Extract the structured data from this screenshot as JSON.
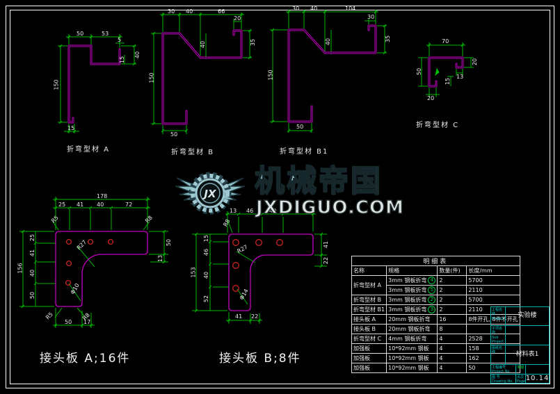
{
  "watermark": {
    "brand": "机械帝国",
    "domain": "JXDIGUO.COM",
    "monogram": "JX"
  },
  "colors": {
    "profile_line": "#c400c4",
    "dim_line": "#00b800",
    "hole": "#cc2222",
    "frame": "#ffffff",
    "title_block": "#00b4b4",
    "watermark": "#9dc8d1"
  },
  "profiles": {
    "a": {
      "label": "折弯型材  A",
      "d_top1": "50",
      "d_top2": "53",
      "d_left": "150",
      "d_lip": "5",
      "d_right": "40",
      "d_right2": "15",
      "d_bottom": "15"
    },
    "b": {
      "label": "折弯型材 B",
      "d_top1": "30",
      "d_top2": "40",
      "d_top3": "66",
      "d_top4": "20",
      "d_right": "35",
      "d_mid": "40",
      "d_left": "150",
      "d_bottom": "50"
    },
    "b1": {
      "label": "折弯型材 B1",
      "d_top1": "30",
      "d_top2": "40",
      "d_top3": "104",
      "d_top4": "30",
      "d_right": "35",
      "d_mid": "40",
      "d_left": "150",
      "d_bottom": "50"
    },
    "c": {
      "label": "折弯型材 C",
      "d_top": "70",
      "d_left": "50",
      "d_right": "20",
      "d_lip": "13",
      "d_inner": "15",
      "d_bottom": "20"
    }
  },
  "plate_a": {
    "title": "接头板 A;16件",
    "d_top_all": "178",
    "d_t1": "25",
    "d_t2": "41",
    "d_t3": "40",
    "d_t4": "72",
    "d_left_all": "156",
    "d_l1": "25",
    "d_l2": "41",
    "d_l3": "40",
    "d_l4": "50",
    "d_r1": "50",
    "d_r2": "13",
    "d_b1": "50",
    "d_b2": "17",
    "radius": "R27",
    "hole": "Φ10",
    "c1": "R5",
    "c2": "R8",
    "c3": "R5",
    "c4": "R8"
  },
  "plate_b": {
    "title": "接头板 B;8件",
    "d_left_all": "153",
    "d_l1": "15",
    "d_l2": "46",
    "d_l3": "40",
    "d_l4": "52",
    "d_t1": "13",
    "d_t2": "46",
    "d_t3": "40",
    "d_r1": "41",
    "d_r2": "22",
    "d_b1": "41",
    "d_b2": "22",
    "radius": "R27",
    "hole": "Φ14",
    "c1": "R8"
  },
  "table": {
    "title": "明细表",
    "headers": [
      "名称",
      "规格",
      "数量(件)",
      "长度/mm"
    ],
    "rows": [
      {
        "name": "折弯型材 A",
        "spec": "3mm 钢板折弯",
        "mark": "4",
        "qty": "2",
        "len": "5700"
      },
      {
        "name": "",
        "spec": "3mm 钢板折弯",
        "mark": "5",
        "qty": "2",
        "len": "2110"
      },
      {
        "name": "折弯型材 B",
        "spec": "3mm 钢板折弯",
        "mark": "2",
        "qty": "2",
        "len": "5700"
      },
      {
        "name": "折弯型材 B1",
        "spec": "3mm 钢板折弯",
        "mark": "3",
        "qty": "2",
        "len": "2110"
      },
      {
        "name": "接头板  A",
        "spec": "20mm 钢板折弯",
        "mark": "",
        "qty": "16",
        "len": "8件开孔, 8件不开孔"
      },
      {
        "name": "接头板 B",
        "spec": "20mm 钢板折弯",
        "mark": "",
        "qty": "8",
        "len": ""
      },
      {
        "name": "折弯型材 C",
        "spec": "4mm 钢板折弯",
        "mark": "",
        "qty": "4",
        "len": "2528"
      },
      {
        "name": "加强板",
        "spec": "10*92mm 钢板",
        "mark": "",
        "qty": "4",
        "len": "158"
      },
      {
        "name": "加强板",
        "spec": "10*92mm 钢板",
        "mark": "",
        "qty": "4",
        "len": "162"
      },
      {
        "name": "加强板",
        "spec": "10*92mm 钢板",
        "mark": "",
        "qty": "4",
        "len": "50"
      }
    ]
  },
  "title_block": {
    "project_label": "工程名称",
    "project_label_en": "Project",
    "project_value": "实验楼",
    "subproject_label": "子项名称",
    "subproject_label_en": "Sub Project",
    "subproject_value": "",
    "drawing_label": "图纸名称",
    "drawing_value": "材料表1",
    "no_label": "工程编号",
    "no_label_en": "Project No.",
    "stamp": "制图",
    "dwg_label": "图 号",
    "dwg_label_en": "Drawing No.",
    "page_label": "页次",
    "page_label_en": "Page",
    "date_value": "10.14"
  }
}
